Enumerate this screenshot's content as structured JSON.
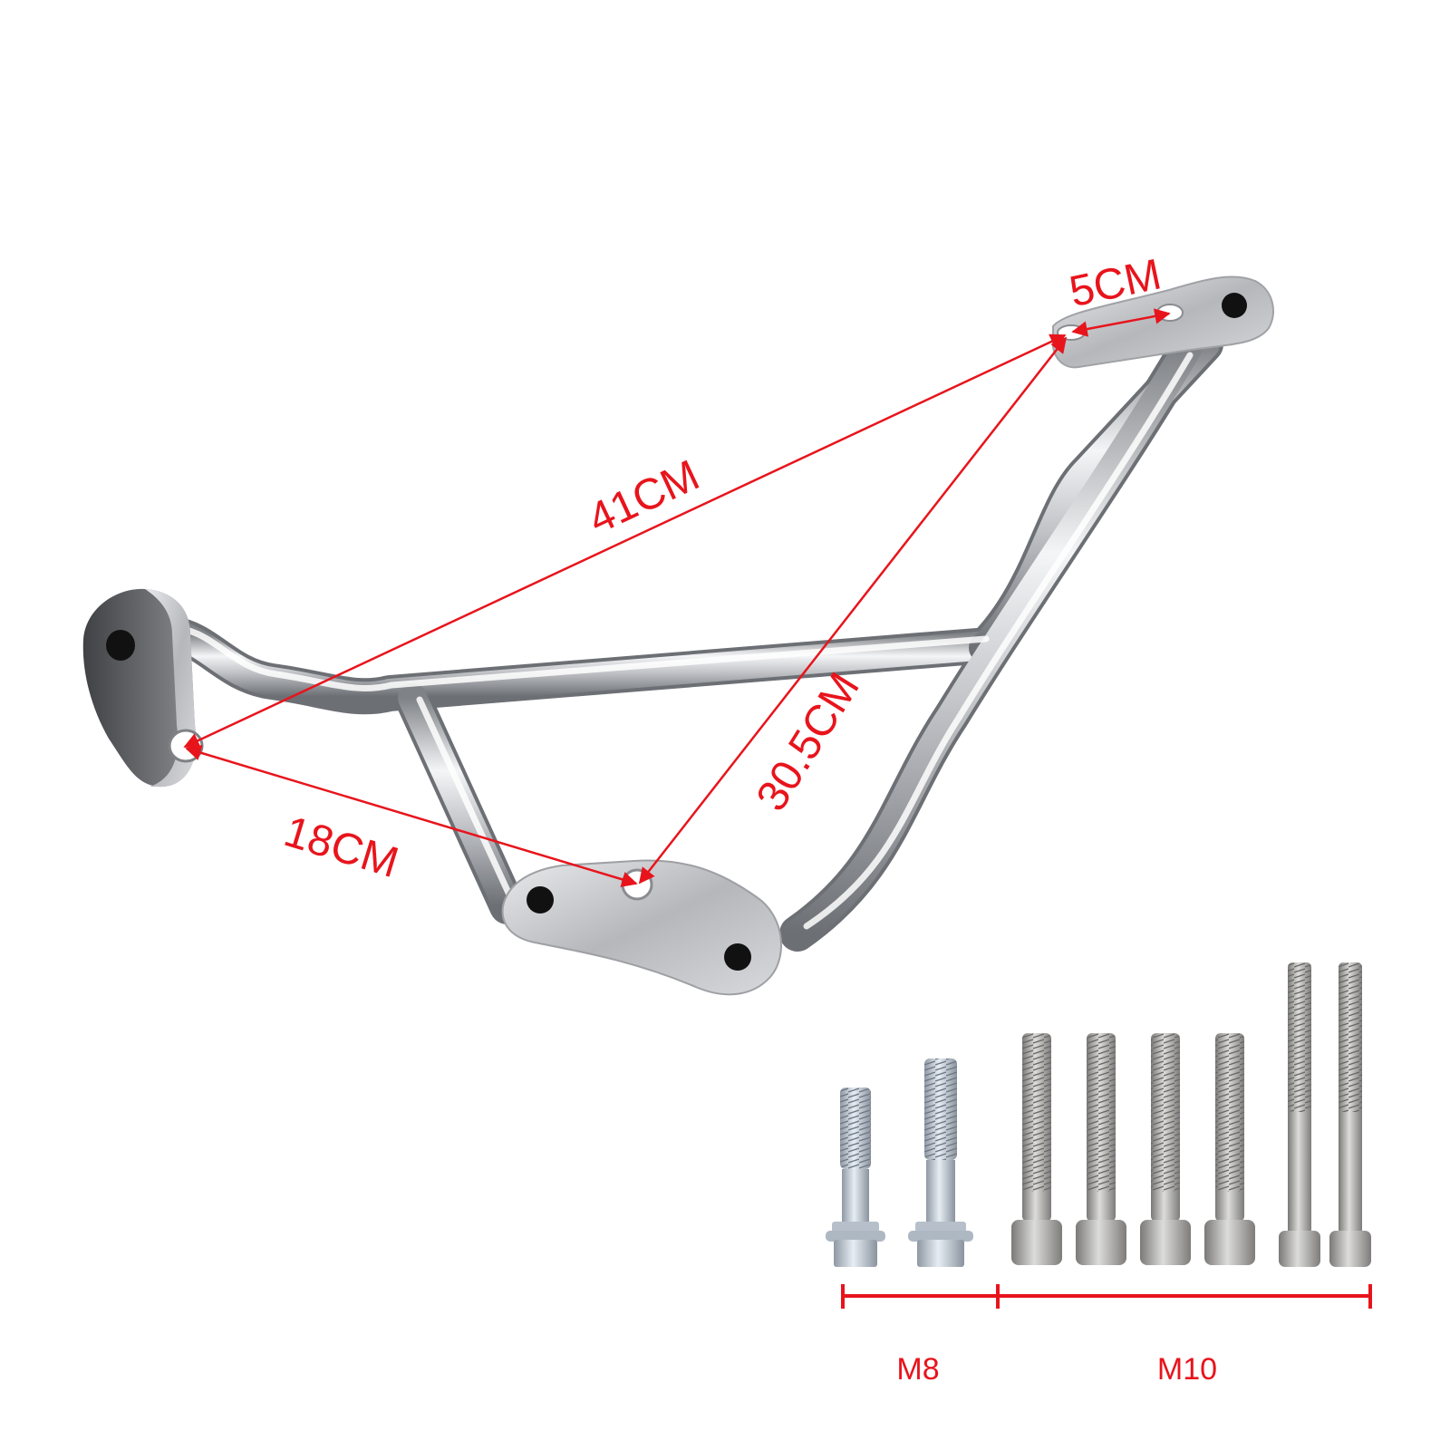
{
  "colors": {
    "background": "#ffffff",
    "dimension": "#e8141c",
    "chrome_dark": "#8d8f93",
    "chrome_light": "#f2f3f5",
    "plate_dark": "#55575b",
    "bolt_zinc": "#c9d3dc",
    "bolt_steel": "#b9b9b7"
  },
  "dimensions": {
    "span_41": "41CM",
    "span_30_5": "30.5CM",
    "span_18": "18CM",
    "span_5": "5CM"
  },
  "hardware": {
    "groups": [
      {
        "label": "M8",
        "count": 2,
        "finish": "zinc"
      },
      {
        "label": "M10",
        "count": 6,
        "finish": "stainless"
      }
    ]
  },
  "icons": {
    "frame": "crash-bar-frame-icon",
    "bolt": "hex-flange-bolt-icon",
    "socket": "socket-cap-screw-icon"
  }
}
